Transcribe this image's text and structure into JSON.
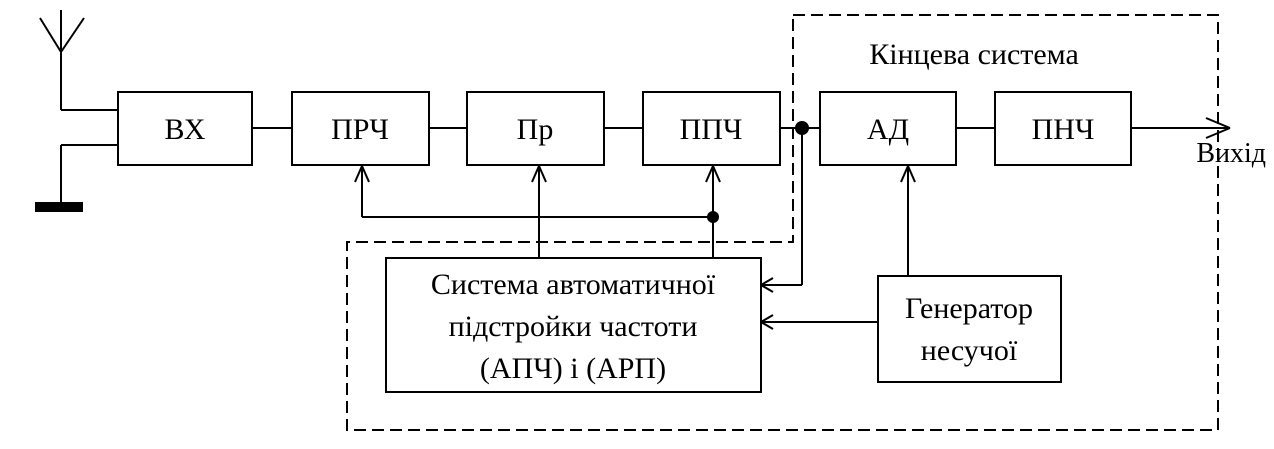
{
  "diagram": {
    "blocks": {
      "vx": "ВХ",
      "prch": "ПРЧ",
      "pr": "Пр",
      "ppch": "ППЧ",
      "ad": "АД",
      "pnch": "ПНЧ",
      "apch": {
        "line1": "Система автоматичної",
        "line2": "підстройки частоти",
        "line3": "(АПЧ) і (АРП)"
      },
      "generator": {
        "line1": "Генератор",
        "line2": "несучої"
      }
    },
    "region_label": "Кінцева система",
    "output_label": "Вихід"
  }
}
